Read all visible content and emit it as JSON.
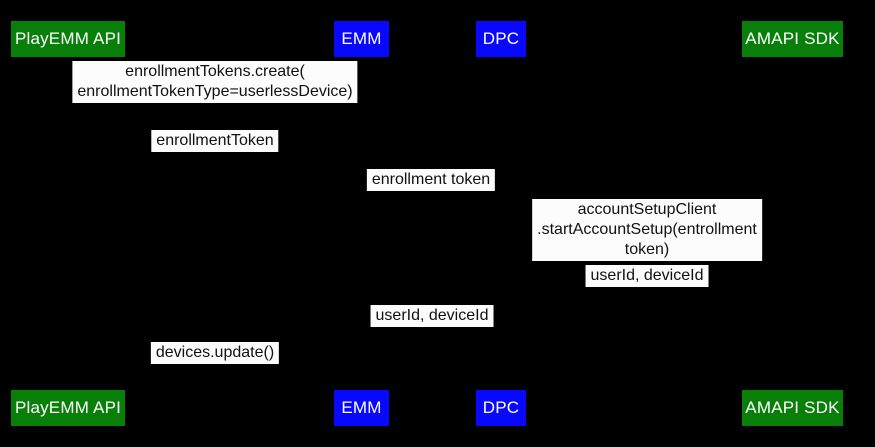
{
  "diagram": {
    "type": "sequence-diagram",
    "colors": {
      "background": "#000000",
      "actor_green": "#087f08",
      "actor_blue": "#0808ff",
      "actor_text": "#ffffff",
      "message_bg": "#fcfcfc",
      "message_text": "#111111"
    },
    "participants": [
      {
        "label": "PlayEMM API",
        "color": "#087f08"
      },
      {
        "label": "EMM",
        "color": "#0808ff"
      },
      {
        "label": "DPC",
        "color": "#0808ff"
      },
      {
        "label": "AMAPI SDK",
        "color": "#087f08"
      }
    ],
    "messages": [
      {
        "text": "enrollmentTokens.create(\nenrollmentTokenType=userlessDevice)"
      },
      {
        "text": "enrollmentToken"
      },
      {
        "text": "enrollment token"
      },
      {
        "text": "accountSetupClient\n.startAccountSetup(entrollment token)"
      },
      {
        "text": "userId, deviceId"
      },
      {
        "text": "userId, deviceId"
      },
      {
        "text": "devices.update()"
      }
    ]
  }
}
